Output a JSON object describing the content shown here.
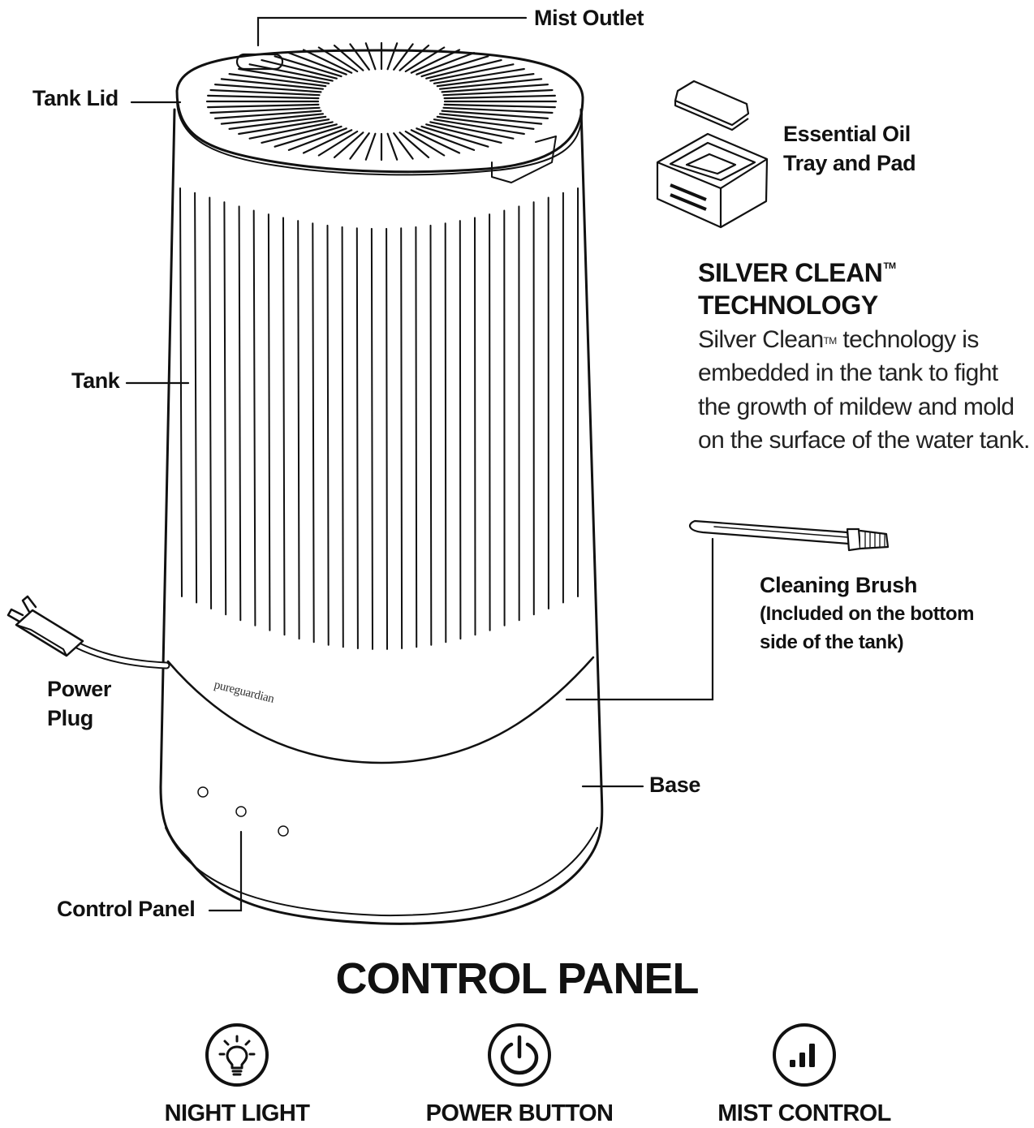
{
  "labels": {
    "mist_outlet": "Mist Outlet",
    "tank_lid": "Tank Lid",
    "tank": "Tank",
    "power_plug_line1": "Power",
    "power_plug_line2": "Plug",
    "control_panel": "Control Panel",
    "base": "Base",
    "essential_oil_line1": "Essential Oil",
    "essential_oil_line2": "Tray and Pad",
    "cleaning_brush": "Cleaning Brush",
    "cleaning_brush_note1": "(Included on the bottom",
    "cleaning_brush_note2": "side of the tank)"
  },
  "brand": "pureguardian",
  "silver_clean": {
    "heading_line1": "SILVER CLEAN",
    "heading_tm": "TM",
    "heading_line2": "TECHNOLOGY",
    "desc_line1_a": "Silver Clean",
    "desc_tm": "TM",
    "desc_line1_b": " technology is",
    "desc_line2": "embedded in the tank to fight",
    "desc_line3": "the growth of mildew and mold",
    "desc_line4": "on the surface of the water tank."
  },
  "control_panel": {
    "title": "CONTROL PANEL",
    "buttons": [
      {
        "label": "NIGHT LIGHT",
        "icon": "lightbulb-icon"
      },
      {
        "label": "POWER BUTTON",
        "icon": "power-icon"
      },
      {
        "label": "MIST CONTROL",
        "icon": "signal-bars-icon"
      }
    ]
  }
}
